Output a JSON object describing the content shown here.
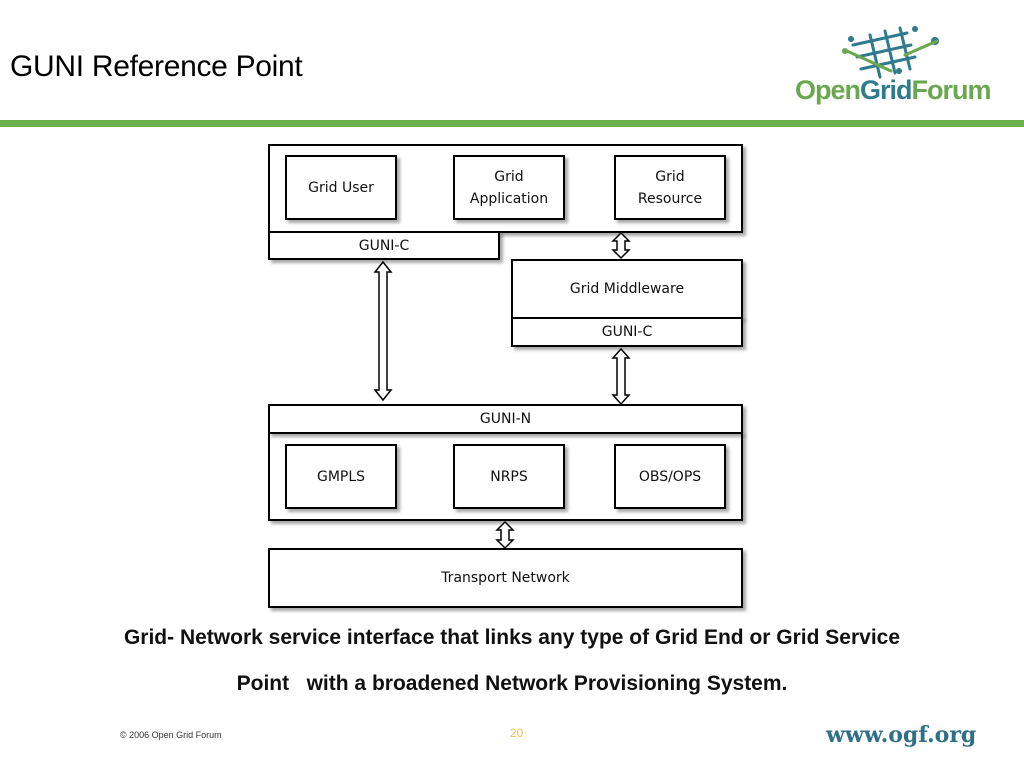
{
  "slide": {
    "title": "GUNI Reference Point",
    "caption_line1": "Grid- Network service interface that links any type of Grid End or Grid Service",
    "caption_line2": "Point   with a broadened Network Provisioning System.",
    "copyright": "© 2006 Open Grid Forum",
    "page_number": "20",
    "url": "www.ogf.org"
  },
  "logo": {
    "part1": "Open",
    "part2": "Grid",
    "part3": "Forum",
    "colors": {
      "green": "#6aa84f",
      "blue": "#2f7a8c"
    }
  },
  "diagram": {
    "top_group": {
      "grid_user": "Grid User",
      "grid_application": "Grid Application",
      "grid_resource": "Grid Resource",
      "guni_c": "GUNI-C"
    },
    "middleware": {
      "label": "Grid Middleware",
      "guni_c": "GUNI-C"
    },
    "network_group": {
      "guni_n": "GUNI-N",
      "gmpls": "GMPLS",
      "nrps": "NRPS",
      "obs_ops": "OBS/OPS"
    },
    "transport": "Transport Network"
  },
  "colors": {
    "accent_bar": "#6bb04a",
    "url": "#2f6f87",
    "page_number": "#f0c24a"
  }
}
